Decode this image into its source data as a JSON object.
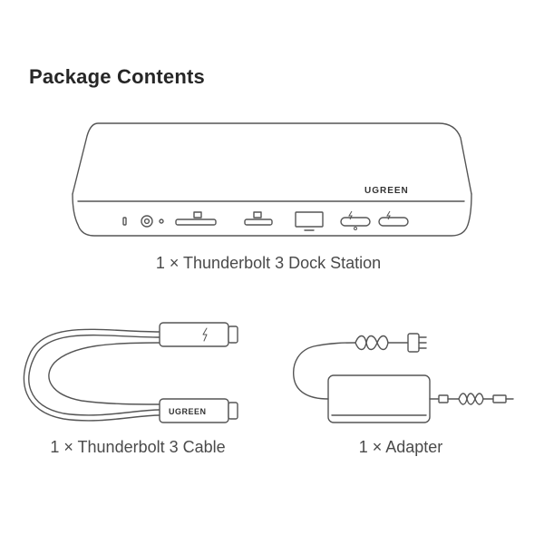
{
  "page": {
    "title": "Package Contents"
  },
  "items": [
    {
      "quantity": "1",
      "separator": "×",
      "name": "Thunderbolt 3 Dock Station",
      "label": "1 × Thunderbolt 3 Dock Station",
      "brand_mark": "UGREEN"
    },
    {
      "quantity": "1",
      "separator": "×",
      "name": "Thunderbolt 3 Cable",
      "label": "1 × Thunderbolt 3 Cable",
      "brand_mark": "UGREEN"
    },
    {
      "quantity": "1",
      "separator": "×",
      "name": "Adapter",
      "label": "1 × Adapter"
    }
  ],
  "colors": {
    "line": "#555555",
    "text": "#262626",
    "caption": "#4a4a4a",
    "background": "#ffffff"
  }
}
